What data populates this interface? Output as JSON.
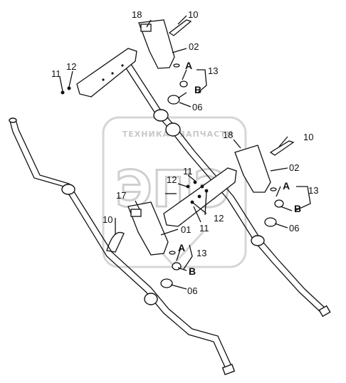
{
  "diagram": {
    "watermark": {
      "text_left": "ТЕХНИКА",
      "text_right": "ЗАПЧАСТИ",
      "big": "ЭПЭ"
    },
    "labels": {
      "l18_top": "18",
      "l10_top": "10",
      "l02_top": "02",
      "l12_top": "12",
      "l11_top": "11",
      "lA_top": "A",
      "l13_top": "13",
      "lB_top": "B",
      "l06_top": "06",
      "l18_mid": "18",
      "l10_mid": "10",
      "l02_mid": "02",
      "l12_mid_a": "12",
      "l11_mid_a": "11",
      "lA_mid": "A",
      "l13_mid": "13",
      "lB_mid": "B",
      "l06_mid": "06",
      "l17": "17",
      "l12_mid_b": "12",
      "l11_mid_b": "11",
      "l10_low": "10",
      "l01": "01",
      "lA_low": "A",
      "l13_low": "13",
      "lB_low": "B",
      "l06_low": "06"
    }
  }
}
